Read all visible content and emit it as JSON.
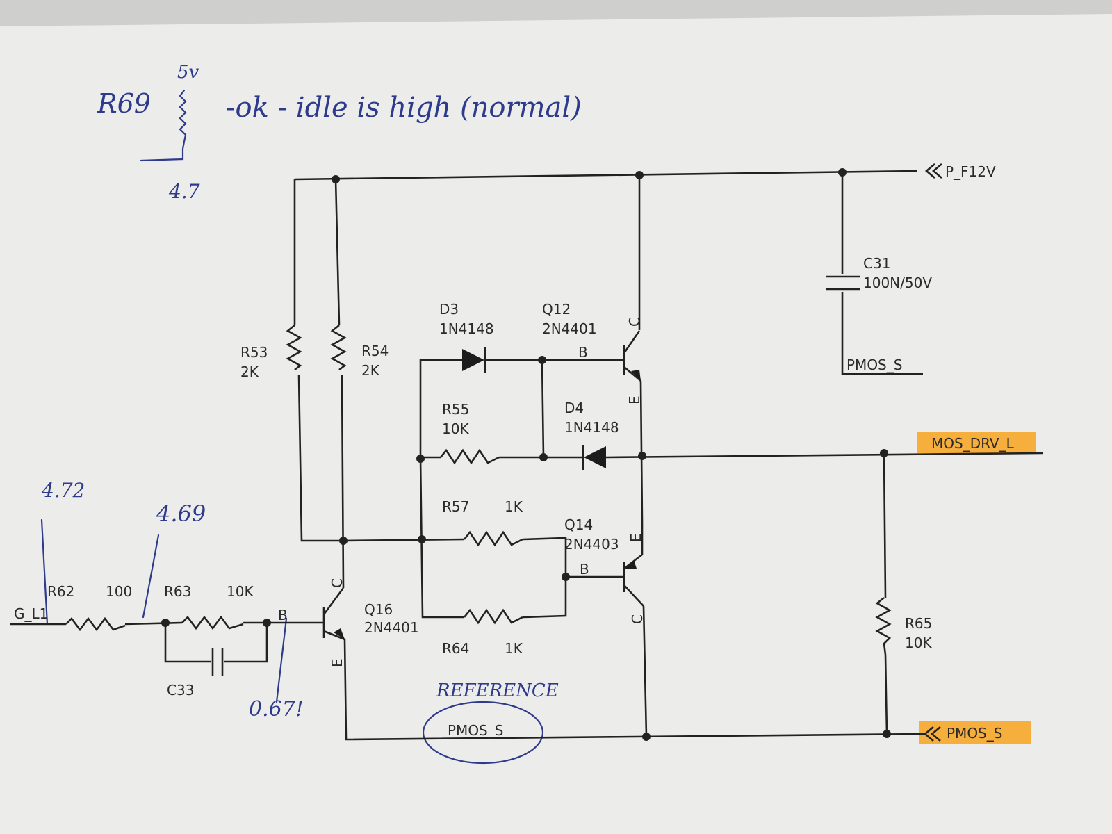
{
  "handwritten": {
    "r69": "R69",
    "v5": "5v",
    "v47": "4.7",
    "note": "-ok - idle is high (normal)",
    "v472": "4.72",
    "v469": "4.69",
    "v067": "0.67!",
    "reference": "REFERENCE"
  },
  "nets": {
    "p_f12v": "P_F12V",
    "pmos_s_top": "PMOS_S",
    "mos_drv_l": "MOS_DRV_L",
    "pmos_s_right": "PMOS_S",
    "pmos_s_mid": "PMOS_S",
    "g_l1": "G_L1"
  },
  "components": {
    "c31": {
      "ref": "C31",
      "value": "100N/50V"
    },
    "d3": {
      "ref": "D3",
      "value": "1N4148"
    },
    "q12": {
      "ref": "Q12",
      "value": "2N4401"
    },
    "r53": {
      "ref": "R53",
      "value": "2K"
    },
    "r54": {
      "ref": "R54",
      "value": "2K"
    },
    "r55": {
      "ref": "R55",
      "value": "10K"
    },
    "d4": {
      "ref": "D4",
      "value": "1N4148"
    },
    "r57": {
      "ref": "R57",
      "value": "1K"
    },
    "q14": {
      "ref": "Q14",
      "value": "2N4403"
    },
    "r62": {
      "ref": "R62",
      "value": "100"
    },
    "r63": {
      "ref": "R63",
      "value": "10K"
    },
    "q16": {
      "ref": "Q16",
      "value": "2N4401"
    },
    "r64": {
      "ref": "R64",
      "value": "1K"
    },
    "r65": {
      "ref": "R65",
      "value": "10K"
    },
    "c33": {
      "ref": "C33"
    }
  },
  "pins": {
    "b": "B",
    "c": "C",
    "e": "E"
  },
  "colors": {
    "highlight": "#f7a62a",
    "pen": "#2e3a8c"
  }
}
